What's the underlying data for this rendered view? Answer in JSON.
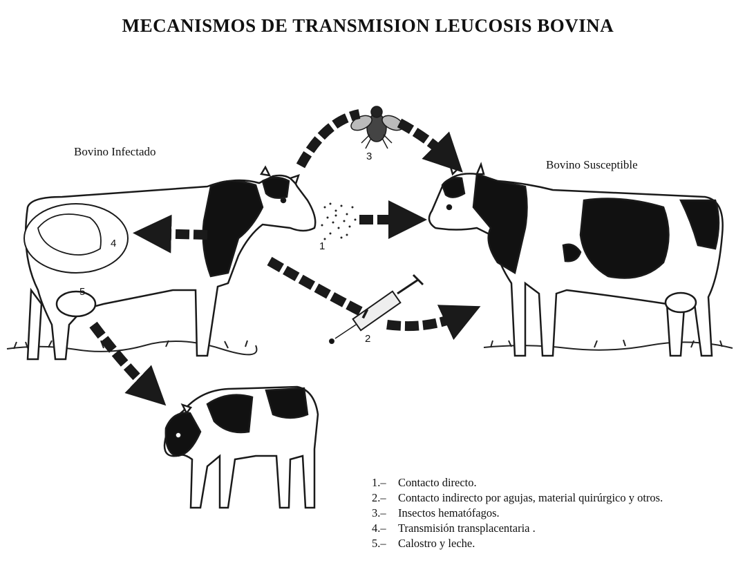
{
  "title": "MECANISMOS DE TRANSMISION LEUCOSIS BOVINA",
  "labels": {
    "infected": "Bovino Infectado",
    "susceptible": "Bovino Susceptible"
  },
  "markers": {
    "m1": "1",
    "m2": "2",
    "m3": "3",
    "m4": "4",
    "m5": "5"
  },
  "legend": [
    {
      "num": "1.–",
      "text": "Contacto directo."
    },
    {
      "num": "2.–",
      "text": "Contacto indirecto por agujas, material quirúrgico y otros."
    },
    {
      "num": "3.–",
      "text": "Insectos hematófagos."
    },
    {
      "num": "4.–",
      "text": "Transmisión transplacentaria ."
    },
    {
      "num": "5.–",
      "text": "Calostro y leche."
    }
  ]
}
